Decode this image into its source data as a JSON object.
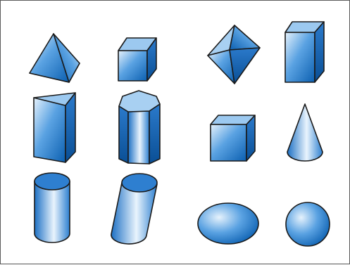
{
  "figure": {
    "shapes": [
      "square-pyramid-shape",
      "cube-shape",
      "octahedron-shape",
      "rectangular-prism-shape",
      "triangular-prism-shape",
      "pentagonal-prism-shape",
      "cube-small-shape",
      "cone-shape",
      "cylinder-shape",
      "oblique-cylinder-shape",
      "ellipse-shape",
      "circle-shape"
    ],
    "colors": {
      "fill_light": "#e6f2fc",
      "fill_mid": "#5aa2e2",
      "fill_dark": "#0b5fb0",
      "stroke": "#1a1a1a"
    }
  }
}
